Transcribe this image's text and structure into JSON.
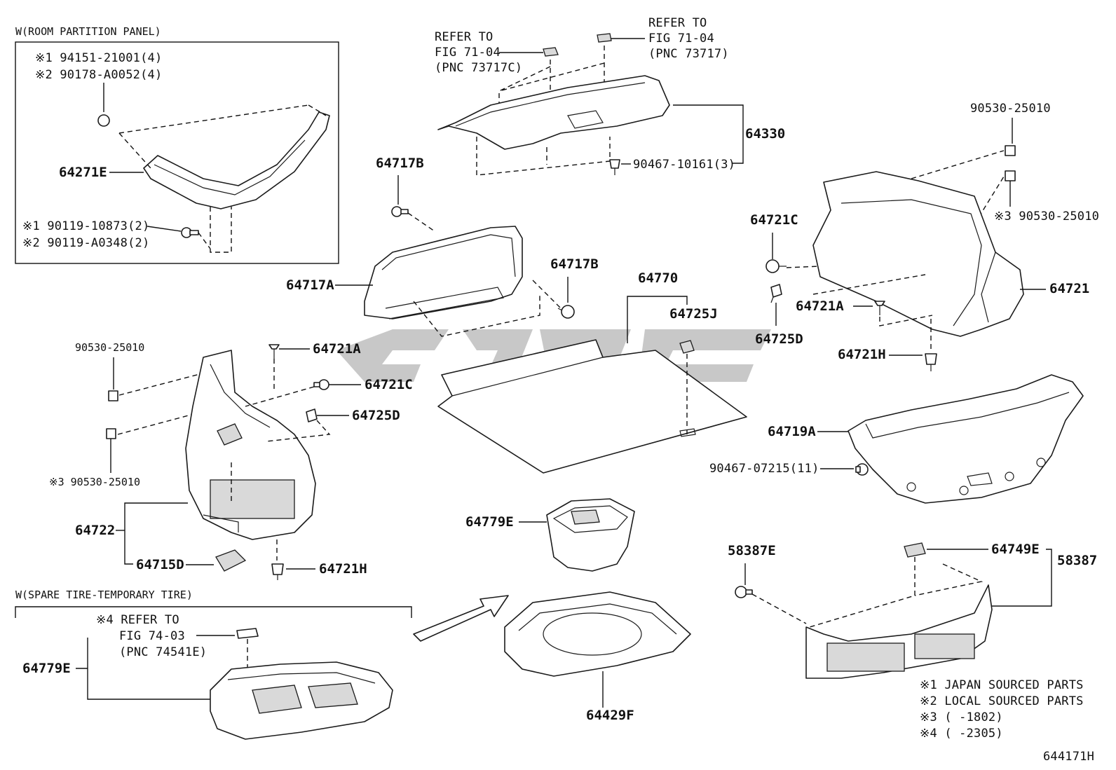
{
  "panels": {
    "room_partition_title": "W(ROOM PARTITION PANEL)",
    "spare_tire_title": "W(SPARE TIRE-TEMPORARY TIRE)"
  },
  "labels": {
    "a_94151": "※1 94151-21001(4)",
    "a_90178": "※2 90178-A0052(4)",
    "p_64271E": "64271E",
    "a_90119_1": "※1 90119-10873(2)",
    "a_90119_2": "※2 90119-A0348(2)",
    "ref1_l1": "REFER TO",
    "ref1_l2": "FIG 71-04",
    "ref1_l3": "(PNC 73717C)",
    "ref2_l1": "REFER TO",
    "ref2_l2": "FIG 71-04",
    "ref2_l3": "(PNC 73717)",
    "p_64330": "64330",
    "p_90467_10161": "90467-10161(3)",
    "p_64717B_top": "64717B",
    "p_64717A": "64717A",
    "p_64717B_mid": "64717B",
    "p_64770": "64770",
    "p_64725J": "64725J",
    "p_90530_top_right": "90530-25010",
    "p_90530_right_s3": "※3 90530-25010",
    "p_64721C_right": "64721C",
    "p_64721": "64721",
    "p_64721A_right": "64721A",
    "p_64725D_right": "64725D",
    "p_64721H_right": "64721H",
    "p_90530_left": "90530-25010",
    "p_64721A_left": "64721A",
    "p_64721C_left": "64721C",
    "p_64725D_left": "64725D",
    "p_90530_left_s3": "※3 90530-25010",
    "p_64722": "64722",
    "p_64715D": "64715D",
    "p_64721H_left": "64721H",
    "p_64719A": "64719A",
    "p_90467_07215": "90467-07215(11)",
    "p_64779E_mid": "64779E",
    "p_58387E": "58387E",
    "p_64749E": "64749E",
    "p_58387": "58387",
    "ref3_l1": "※4 REFER TO",
    "ref3_l2": "FIG 74-03",
    "ref3_l3": "(PNC 74541E)",
    "p_64779E_left": "64779E",
    "p_64429F": "64429F",
    "note1": "※1 JAPAN SOURCED PARTS",
    "note2": "※2 LOCAL SOURCED PARTS",
    "note3": "※3 (      -1802)",
    "note4": "※4 (      -2305)",
    "diagram_id": "644171H"
  },
  "icons": {
    "watermark": "brand-watermark-logo",
    "arrow": "flow-arrow"
  }
}
